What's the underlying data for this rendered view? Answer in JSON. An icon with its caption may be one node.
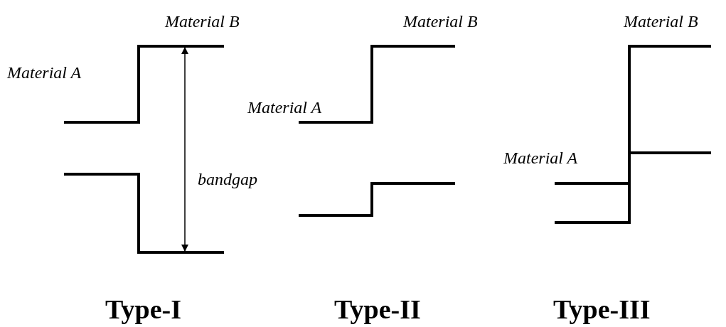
{
  "diagram": {
    "labels": [
      "Material B",
      "Material B",
      "Material B",
      "Material A",
      "Material A",
      "bandgap",
      "Material A",
      "Type-I",
      "Type-II",
      "Type-III"
    ]
  }
}
